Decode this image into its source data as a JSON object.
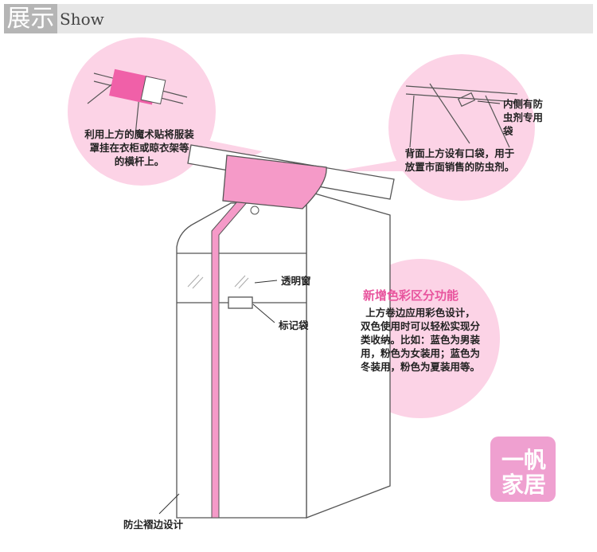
{
  "header": {
    "title_cn": "展示",
    "title_en": "Show"
  },
  "callouts": {
    "left": [
      "利用上方的魔术贴将服装",
      "罩挂在衣柜或晾衣架等",
      "的横杆上。"
    ],
    "right_inner": [
      "内侧有防",
      "虫剂专用",
      "袋"
    ],
    "right": [
      "背面上方设有口袋，用于",
      "放置市面销售的防虫剂。"
    ],
    "color_title": "新增色彩区分功能",
    "color_body": [
      "上方卷边应用彩色设计，",
      "双色使用时可以轻松实现分",
      "类收纳。比如：蓝色为男装",
      "用，粉色为女装用；蓝色为",
      "冬装用，粉色为夏装用等。"
    ]
  },
  "labels": {
    "window": "透明窗",
    "tag_pocket": "标记袋",
    "hem": "防尘褶边设计"
  },
  "logo": {
    "text1": "一帆",
    "text2": "家居"
  },
  "colors": {
    "circle": "#fcd3e6",
    "pink": "#f59ac8",
    "accent": "#e8559e"
  }
}
